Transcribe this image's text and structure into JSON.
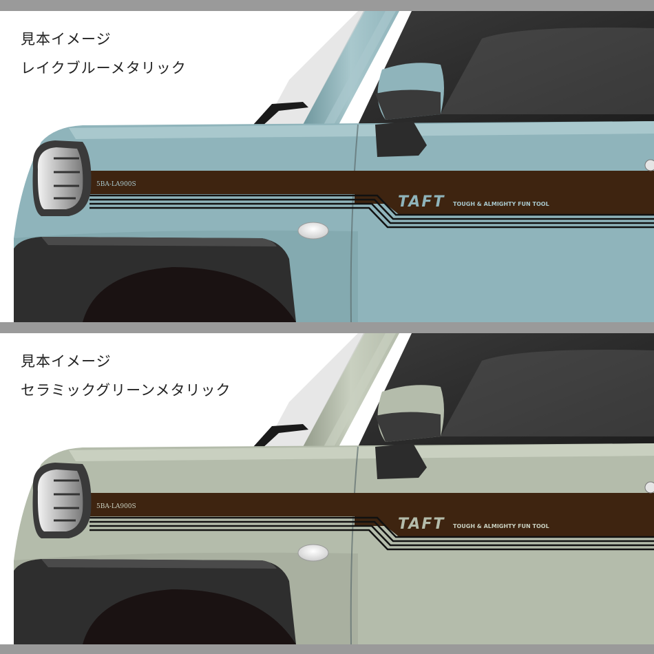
{
  "panels": [
    {
      "caption_line1": "見本イメージ",
      "caption_line2": "レイクブルーメタリック",
      "model_code": "5BA-LA900S",
      "logo": "TAFT",
      "tagline": "TOUGH & ALMIGHTY FUN TOOL",
      "body_color": "#8fb4bb",
      "body_light": "#a9c8cd",
      "body_dark": "#6f979e"
    },
    {
      "caption_line1": "見本イメージ",
      "caption_line2": "セラミックグリーンメタリック",
      "model_code": "5BA-LA900S",
      "logo": "TAFT",
      "tagline": "TOUGH & ALMIGHTY FUN TOOL",
      "body_color": "#b4bcab",
      "body_light": "#c9d0c0",
      "body_dark": "#949c8b"
    }
  ],
  "stripe_color": "#3e2410",
  "frame_color": "#9a9a9a"
}
